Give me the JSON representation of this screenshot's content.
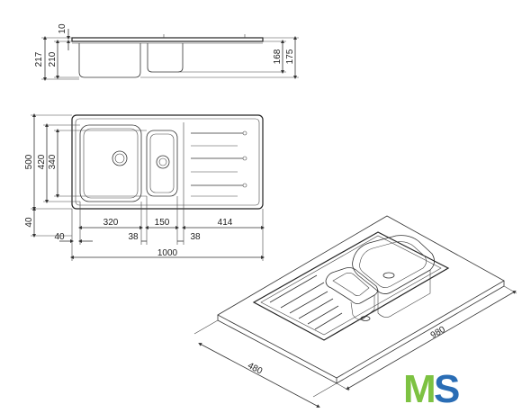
{
  "side_view": {
    "dims": [
      "10",
      "217",
      "210",
      "168",
      "175"
    ]
  },
  "top_view": {
    "height_dims": [
      "500",
      "420",
      "340",
      "40"
    ],
    "width_dims": [
      "40",
      "320",
      "38",
      "150",
      "38",
      "414",
      "1000"
    ]
  },
  "perspective_view": {
    "dims": [
      "480",
      "980"
    ]
  },
  "logo": {
    "letters": [
      "M",
      "S"
    ],
    "colors": {
      "green": "#7dc242",
      "blue": "#2a6db5"
    }
  }
}
